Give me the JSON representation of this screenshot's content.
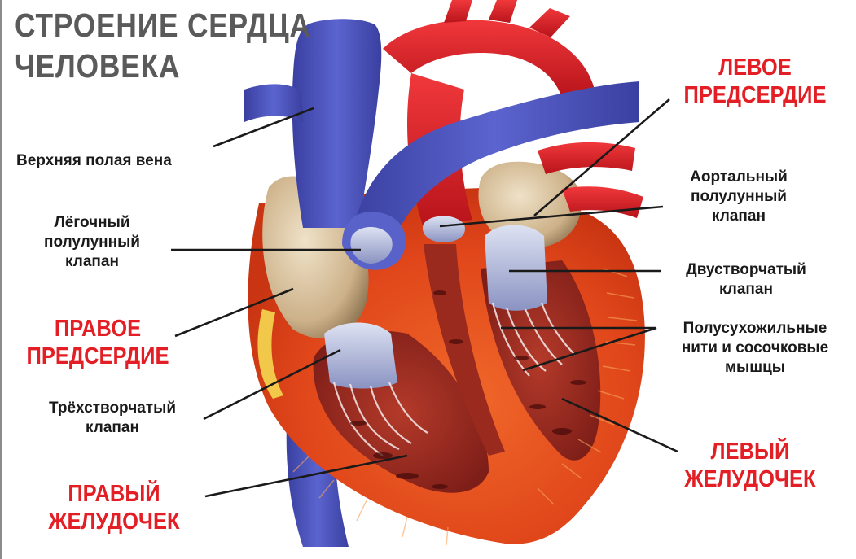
{
  "title": {
    "line1": "СТРОЕНИЕ СЕРДЦА",
    "line2": "ЧЕЛОВЕКА"
  },
  "labels": {
    "superior_vena_cava": "Верхняя полая вена",
    "pulmonary_valve": [
      "Лёгочный",
      "полулунный",
      "клапан"
    ],
    "right_atrium": [
      "ПРАВОЕ",
      "ПРЕДСЕРДИЕ"
    ],
    "tricuspid_valve": [
      "Трёхстворчатый",
      "клапан"
    ],
    "right_ventricle": [
      "ПРАВЫЙ",
      "ЖЕЛУДОЧЕК"
    ],
    "left_atrium": [
      "ЛЕВОЕ",
      "ПРЕДСЕРДИЕ"
    ],
    "aortic_valve": [
      "Аортальный",
      "полулунный",
      "клапан"
    ],
    "mitral_valve": [
      "Двустворчатый",
      "клапан"
    ],
    "chordae": [
      "Полусухожильные",
      "нити и сосочковые",
      "мышцы"
    ],
    "left_ventricle": [
      "ЛЕВЫЙ",
      "ЖЕЛУДОЧЕК"
    ]
  },
  "colors": {
    "title": "#5a5a5a",
    "chamber_label": "#e31e24",
    "label_text": "#1a1a1a",
    "vein_blue": "#4a52b8",
    "artery_red": "#d91f26",
    "myocardium": "#e04a1c",
    "valve_tissue": "#c9cfe6"
  }
}
